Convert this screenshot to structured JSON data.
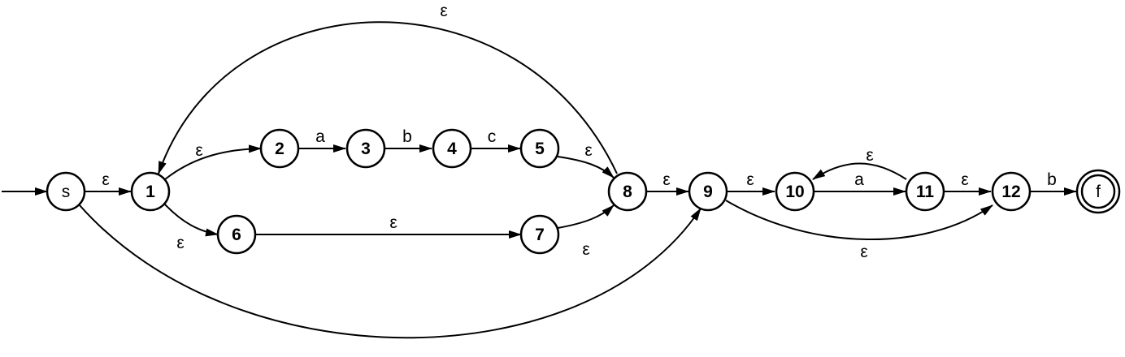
{
  "diagram": {
    "type": "nfa-state-diagram",
    "start_state": "s",
    "accept_states": [
      "f"
    ],
    "states": [
      {
        "id": "s",
        "label": "s"
      },
      {
        "id": "1",
        "label": "1"
      },
      {
        "id": "2",
        "label": "2"
      },
      {
        "id": "3",
        "label": "3"
      },
      {
        "id": "4",
        "label": "4"
      },
      {
        "id": "5",
        "label": "5"
      },
      {
        "id": "6",
        "label": "6"
      },
      {
        "id": "7",
        "label": "7"
      },
      {
        "id": "8",
        "label": "8"
      },
      {
        "id": "9",
        "label": "9"
      },
      {
        "id": "10",
        "label": "10"
      },
      {
        "id": "11",
        "label": "11"
      },
      {
        "id": "12",
        "label": "12"
      },
      {
        "id": "f",
        "label": "f"
      }
    ],
    "transitions": [
      {
        "from": "s",
        "to": "1",
        "label": "ε"
      },
      {
        "from": "1",
        "to": "2",
        "label": "ε"
      },
      {
        "from": "2",
        "to": "3",
        "label": "a"
      },
      {
        "from": "3",
        "to": "4",
        "label": "b"
      },
      {
        "from": "4",
        "to": "5",
        "label": "c"
      },
      {
        "from": "5",
        "to": "8",
        "label": "ε"
      },
      {
        "from": "1",
        "to": "6",
        "label": "ε"
      },
      {
        "from": "6",
        "to": "7",
        "label": "ε"
      },
      {
        "from": "7",
        "to": "8",
        "label": "ε"
      },
      {
        "from": "8",
        "to": "1",
        "label": "ε"
      },
      {
        "from": "8",
        "to": "9",
        "label": "ε"
      },
      {
        "from": "s",
        "to": "9",
        "label": ""
      },
      {
        "from": "9",
        "to": "10",
        "label": "ε"
      },
      {
        "from": "10",
        "to": "11",
        "label": "a"
      },
      {
        "from": "11",
        "to": "10",
        "label": "ε"
      },
      {
        "from": "11",
        "to": "12",
        "label": "ε"
      },
      {
        "from": "9",
        "to": "12",
        "label": "ε"
      },
      {
        "from": "12",
        "to": "f",
        "label": "b"
      }
    ]
  }
}
